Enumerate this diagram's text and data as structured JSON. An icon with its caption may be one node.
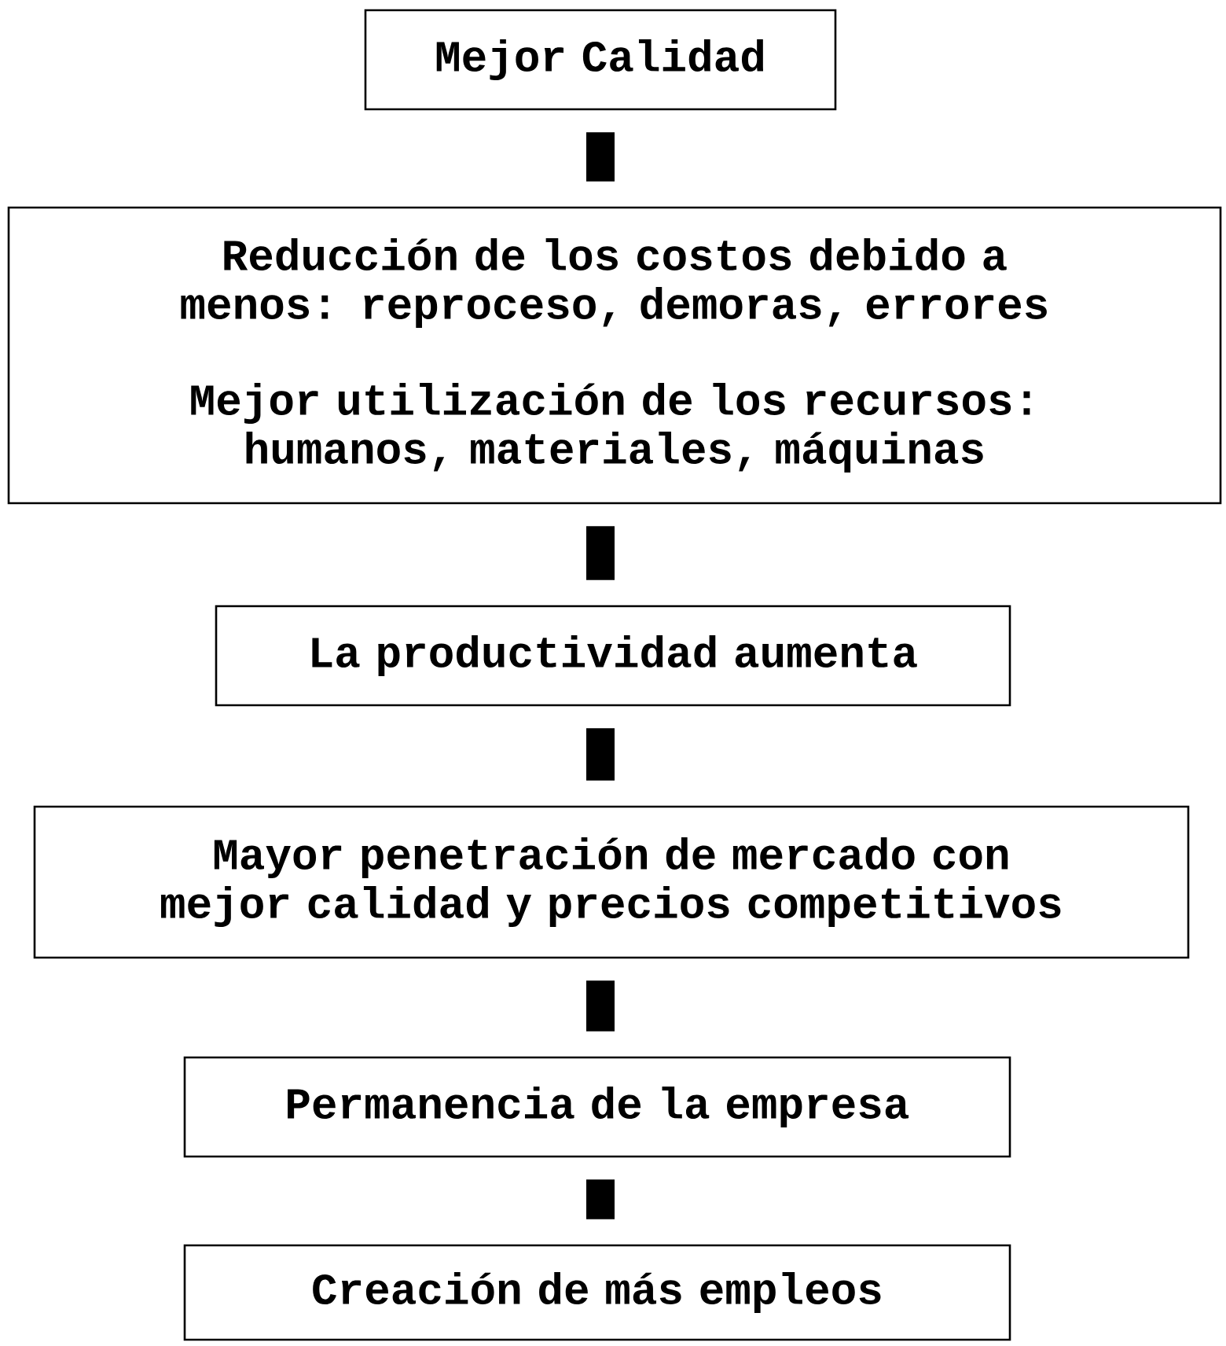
{
  "diagram": {
    "nodes": [
      {
        "text": [
          "Mejor Calidad"
        ]
      },
      {
        "text": [
          "Reducción de los costos debido a menos: reproceso, demoras, errores",
          "Mejor utilización de los recursos: humanos, materiales, máquinas"
        ]
      },
      {
        "text": [
          "La productividad aumenta"
        ]
      },
      {
        "text": [
          "Mayor penetración de mercado con mejor calidad y precios competitivos"
        ]
      },
      {
        "text": [
          "Permanencia de la empresa"
        ]
      },
      {
        "text": [
          "Creación de más empleos"
        ]
      }
    ],
    "edges": [
      {
        "from": 0,
        "to": 1,
        "arrow": "none"
      },
      {
        "from": 1,
        "to": 2,
        "arrow": "none"
      },
      {
        "from": 2,
        "to": 3,
        "arrow": "none"
      },
      {
        "from": 3,
        "to": 4,
        "arrow": "none"
      },
      {
        "from": 4,
        "to": 5,
        "arrow": "none"
      }
    ]
  }
}
